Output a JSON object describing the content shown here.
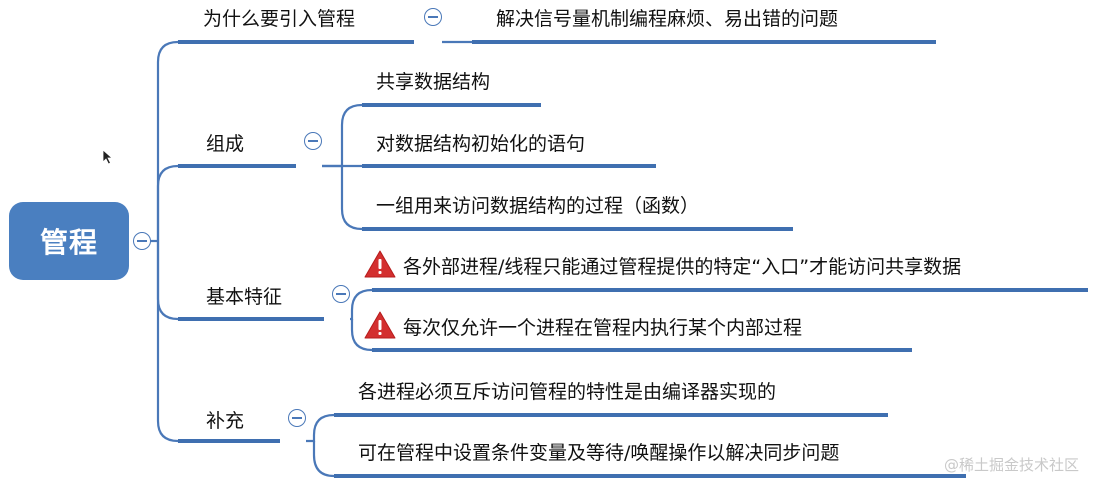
{
  "root": {
    "label": "管程"
  },
  "branches": {
    "why": {
      "label": "为什么要引入管程",
      "child": "解决信号量机制编程麻烦、易出错的问题"
    },
    "composition": {
      "label": "组成",
      "items": [
        "共享数据结构",
        "对数据结构初始化的语句",
        "一组用来访问数据结构的过程（函数）"
      ]
    },
    "features": {
      "label": "基本特征",
      "items": [
        "各外部进程/线程只能通过管程提供的特定“入口”才能访问共享数据",
        "每次仅允许一个进程在管程内执行某个内部过程"
      ]
    },
    "supplement": {
      "label": "补充",
      "items": [
        "各进程必须互斥访问管程的特性是由编译器实现的",
        "可在管程中设置条件变量及等待/唤醒操作以解决同步问题"
      ]
    }
  },
  "icons": {
    "collapse": "collapse-icon",
    "warning": "warning-icon",
    "cursor": "cursor-icon"
  },
  "colors": {
    "root_bg": "#4a7fc0",
    "line": "#4a78b8",
    "underline": "#3f6fb0",
    "warning": "#d32f2f"
  },
  "watermark": "@稀土掘金技术社区"
}
